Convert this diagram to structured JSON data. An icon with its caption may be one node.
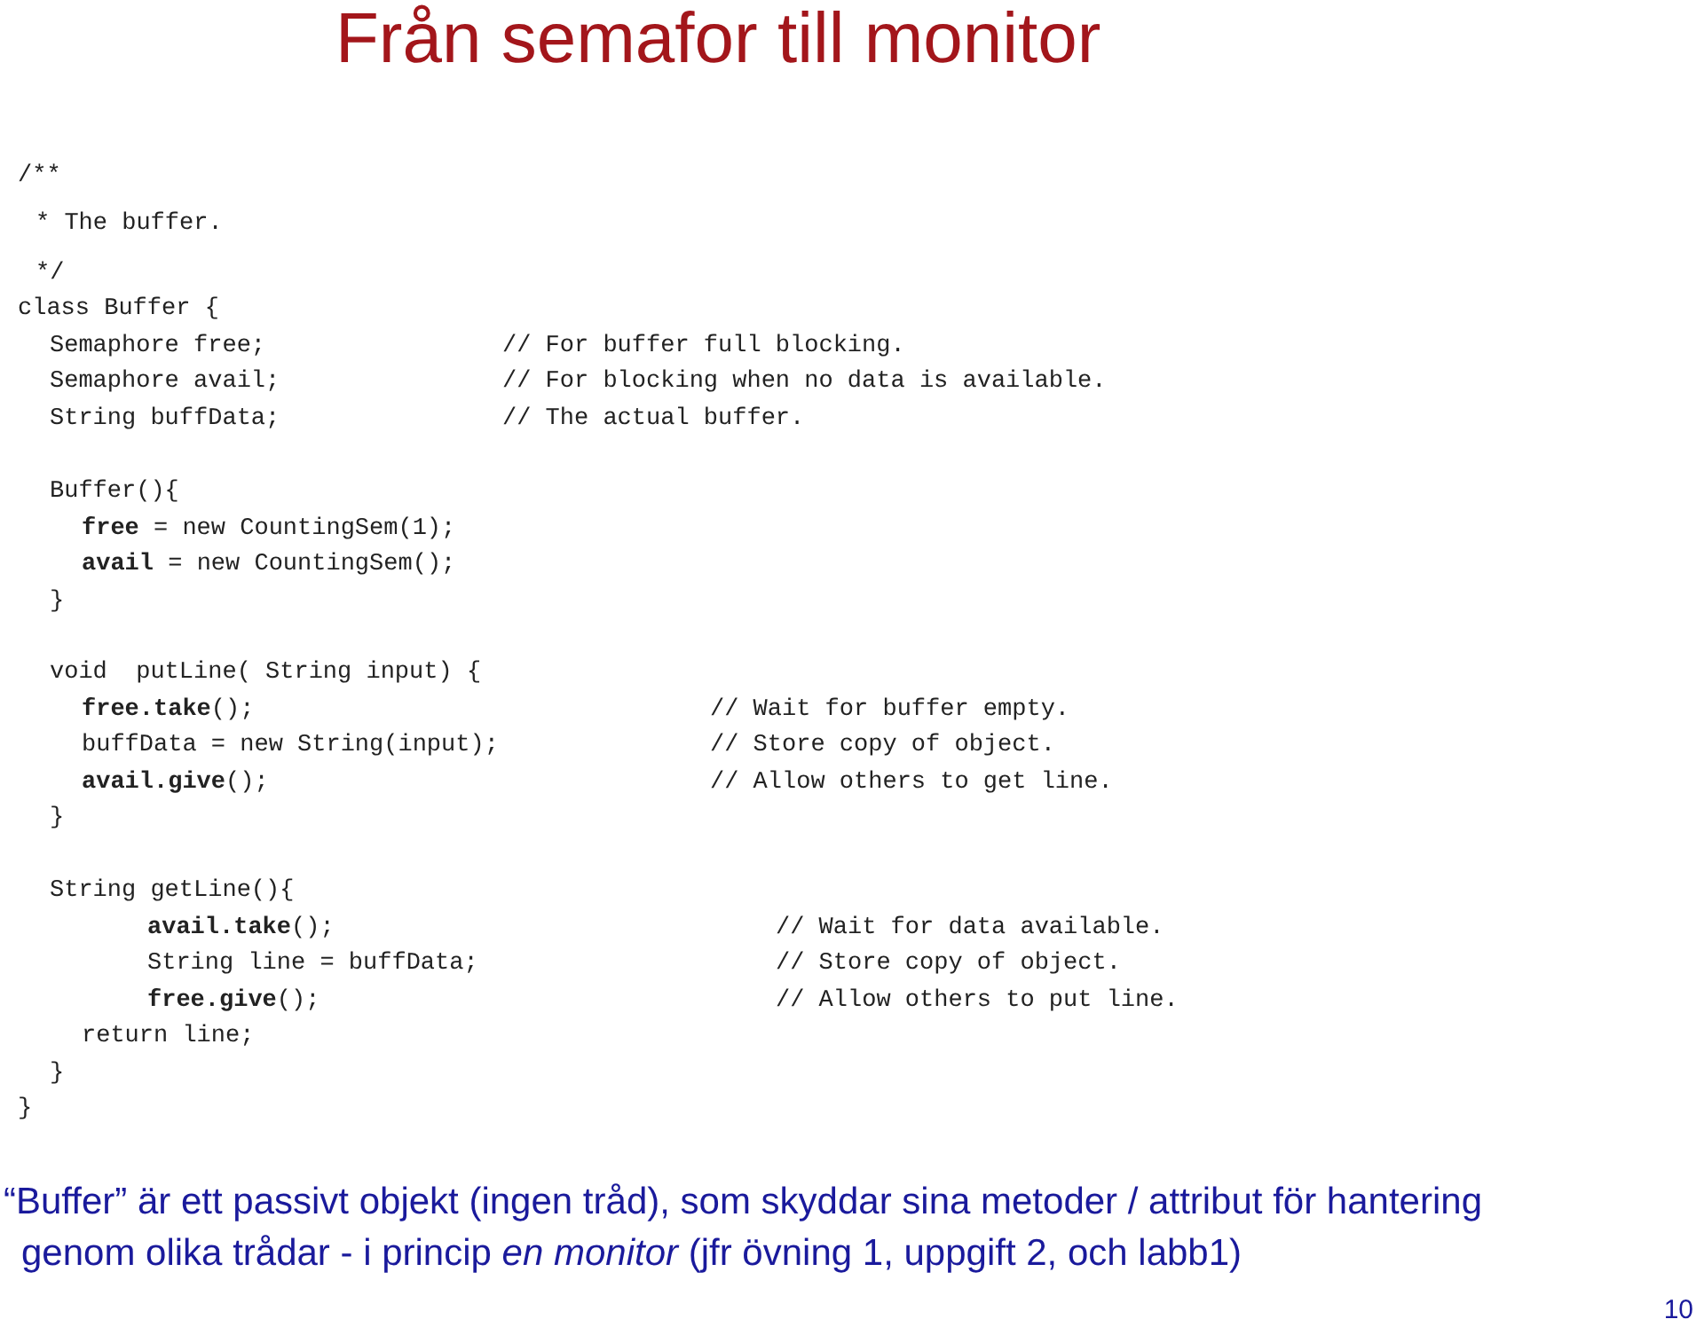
{
  "diagram": {
    "title": "Från semafor till monitor",
    "caption": "“Buffer” är ett passivt objekt (ingen tråd), som skyddar sina metoder / attribut för hantering genom olika trådar - i princip *en monitor* (jfr övning 1, uppgift 2, och labb1)",
    "labels": [
      "/**",
      "* The buffer.",
      "*/",
      "class Buffer {",
      "Semaphore free;",
      "// For buffer full blocking.",
      "Semaphore avail;",
      "// For blocking when no data is available.",
      "String buffData;",
      "// The actual buffer.",
      "Buffer(){",
      "**free** = new CountingSem(1);",
      "**avail** = new CountingSem();",
      "}",
      "void  putLine( String input) {",
      "**free.take**();",
      "// Wait for buffer empty.",
      "buffData = new String(input);",
      "// Store copy of object.",
      "**avail.give**();",
      "// Allow others to get line.",
      "}",
      "String getLine(){",
      "**avail.take**();",
      "// Wait for data available.",
      "String line = buffData;",
      "// Store copy of object.",
      "**free.give**();",
      "// Allow others to put line.",
      "return line;",
      "}",
      "}",
      "10"
    ]
  }
}
